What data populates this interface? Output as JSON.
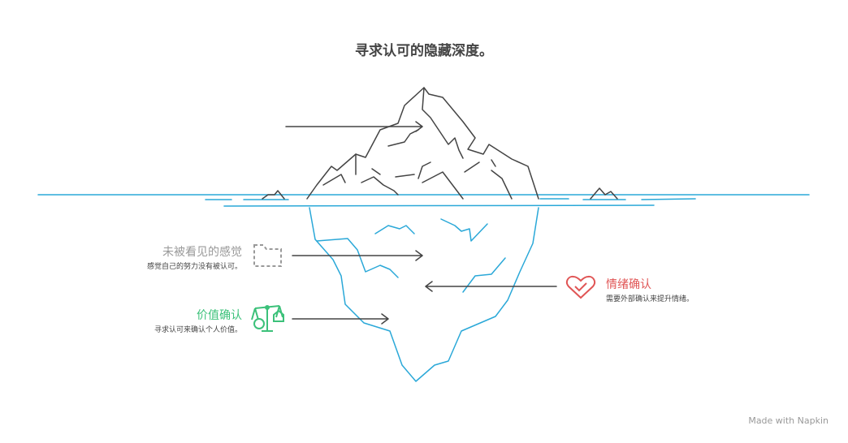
{
  "title": "寻求认可的隐藏深度。",
  "items": [
    {
      "label": "未被看见的感觉",
      "description": "感觉自己的努力没有被认可。",
      "icon": "folder-icon",
      "color": "#999999"
    },
    {
      "label": "价值确认",
      "description": "寻求认可来确认个人价值。",
      "icon": "balance-scale-icon",
      "color": "#3cc17a"
    },
    {
      "label": "情绪确认",
      "description": "需要外部确认来提升情绪。",
      "icon": "heart-check-icon",
      "color": "#e05555"
    }
  ],
  "footer": "Made with Napkin",
  "colors": {
    "water": "#2aa8d8",
    "rock": "#444444"
  }
}
